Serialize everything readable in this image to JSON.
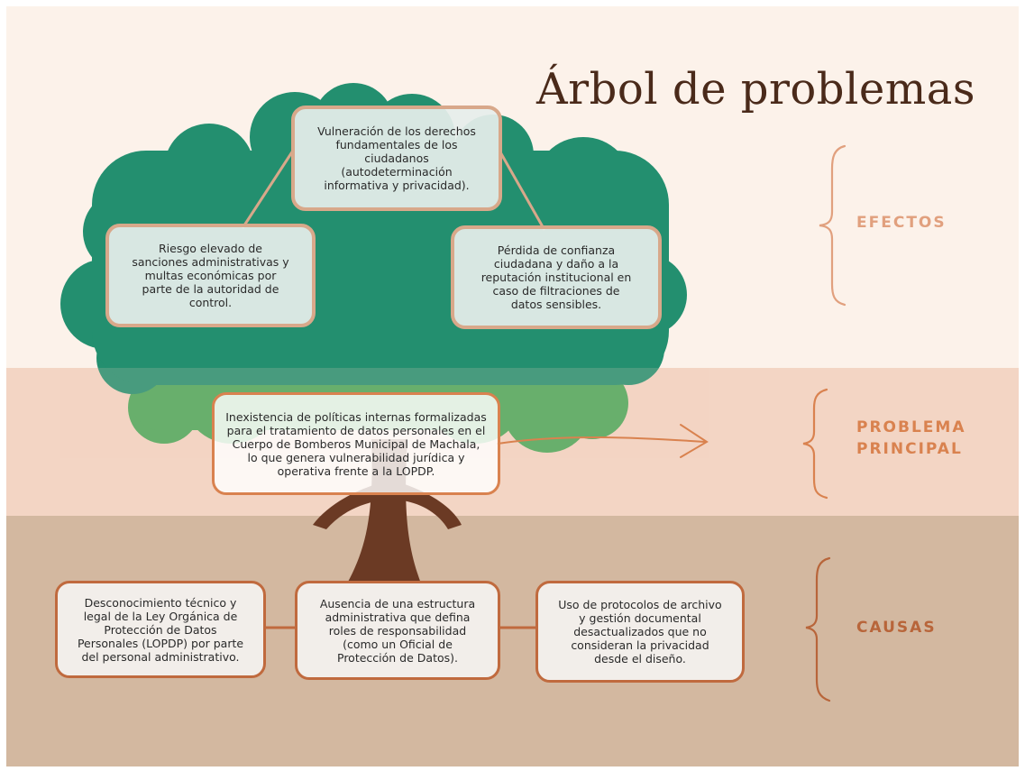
{
  "title": "Árbol de problemas",
  "labels": {
    "efectos": "EFECTOS",
    "problema_line1": "PROBLEMA",
    "problema_line2": "PRINCIPAL",
    "causas": "CAUSAS"
  },
  "effects": {
    "top": [
      "Vulneración de los derechos",
      "fundamentales de los",
      "ciudadanos",
      "(autodeterminación",
      "informativa y privacidad)."
    ],
    "left": [
      "Riesgo elevado de",
      "sanciones administrativas y",
      "multas económicas por",
      "parte de la autoridad de",
      "control."
    ],
    "right": [
      "Pérdida de confianza",
      "ciudadana y daño a la",
      "reputación institucional en",
      "caso de filtraciones de",
      "datos sensibles."
    ]
  },
  "main_problem": [
    "Inexistencia de políticas internas formalizadas",
    "para el tratamiento de datos personales en el",
    "Cuerpo de Bomberos Municipal de Machala,",
    "lo que genera vulnerabilidad jurídica y",
    "operativa frente a la LOPDP."
  ],
  "causes": {
    "left": [
      "Desconocimiento técnico y",
      "legal de la Ley Orgánica de",
      "Protección de Datos",
      "Personales (LOPDP) por parte",
      "del personal administrativo."
    ],
    "center": [
      "Ausencia de una estructura",
      "administrativa que defina",
      "roles de responsabilidad",
      "(como un Oficial de",
      "Protección de Datos)."
    ],
    "right": [
      "Uso de protocolos de archivo",
      "y gestión documental",
      "desactualizados que no",
      "consideran la privacidad",
      "desde el diseño."
    ]
  },
  "colors": {
    "band_top": "#fcf2ea",
    "band_mid": "#f3d5c4",
    "band_bot": "#d3b8a0",
    "crown_dark": "#238f6f",
    "crown_light": "#4aa85a",
    "trunk": "#6b3a24",
    "title": "#4a2a1a",
    "efectos": "#e1a07e",
    "problema": "#d9824f",
    "causas": "#b8653a"
  }
}
